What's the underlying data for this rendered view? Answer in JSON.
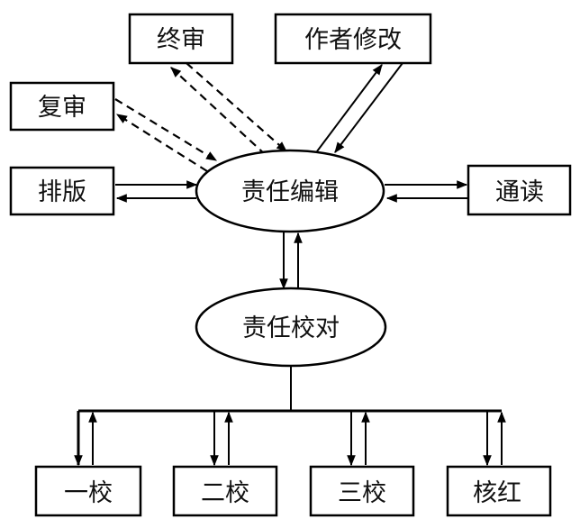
{
  "diagram": {
    "title": "",
    "colors": {
      "stroke": "#000000",
      "fill": "#ffffff",
      "text": "#111111"
    },
    "nodes": {
      "editor": {
        "label": "责任编辑",
        "shape": "ellipse"
      },
      "proofreader": {
        "label": "责任校对",
        "shape": "ellipse"
      },
      "final_review": {
        "label": "终审",
        "shape": "box"
      },
      "second_review": {
        "label": "复审",
        "shape": "box"
      },
      "author_revision": {
        "label": "作者修改",
        "shape": "box"
      },
      "typesetting": {
        "label": "排版",
        "shape": "box"
      },
      "read_through": {
        "label": "通读",
        "shape": "box"
      },
      "proof_1": {
        "label": "一校",
        "shape": "box"
      },
      "proof_2": {
        "label": "二校",
        "shape": "box"
      },
      "proof_3": {
        "label": "三校",
        "shape": "box"
      },
      "final_check": {
        "label": "核红",
        "shape": "box"
      }
    },
    "edges": [
      {
        "from": "editor",
        "to": "final_review",
        "style": "dashed"
      },
      {
        "from": "final_review",
        "to": "editor",
        "style": "dashed"
      },
      {
        "from": "editor",
        "to": "second_review",
        "style": "dashed"
      },
      {
        "from": "second_review",
        "to": "editor",
        "style": "dashed"
      },
      {
        "from": "editor",
        "to": "author_revision",
        "style": "solid"
      },
      {
        "from": "author_revision",
        "to": "editor",
        "style": "solid"
      },
      {
        "from": "typesetting",
        "to": "editor",
        "style": "solid"
      },
      {
        "from": "editor",
        "to": "typesetting",
        "style": "solid"
      },
      {
        "from": "editor",
        "to": "read_through",
        "style": "solid"
      },
      {
        "from": "read_through",
        "to": "editor",
        "style": "solid"
      },
      {
        "from": "editor",
        "to": "proofreader",
        "style": "solid"
      },
      {
        "from": "proofreader",
        "to": "editor",
        "style": "solid"
      },
      {
        "from": "proofreader",
        "to": "proof_1",
        "style": "solid"
      },
      {
        "from": "proof_1",
        "to": "proofreader",
        "style": "solid"
      },
      {
        "from": "proofreader",
        "to": "proof_2",
        "style": "solid"
      },
      {
        "from": "proof_2",
        "to": "proofreader",
        "style": "solid"
      },
      {
        "from": "proofreader",
        "to": "proof_3",
        "style": "solid"
      },
      {
        "from": "proof_3",
        "to": "proofreader",
        "style": "solid"
      },
      {
        "from": "proofreader",
        "to": "final_check",
        "style": "solid"
      },
      {
        "from": "final_check",
        "to": "proofreader",
        "style": "solid"
      }
    ]
  }
}
